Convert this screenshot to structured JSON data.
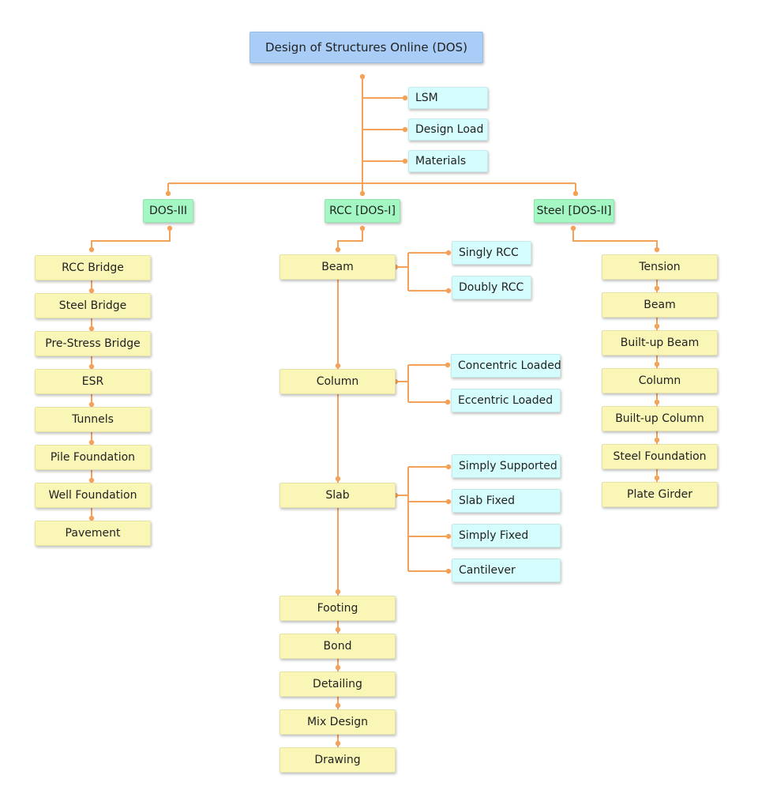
{
  "root": "Design of Structures Online (DOS)",
  "common": [
    "LSM",
    "Design Load",
    "Materials"
  ],
  "branches": {
    "dos3": {
      "label": "DOS-III",
      "items": [
        "RCC Bridge",
        "Steel Bridge",
        "Pre-Stress Bridge",
        "ESR",
        "Tunnels",
        "Pile Foundation",
        "Well Foundation",
        "Pavement"
      ]
    },
    "rcc": {
      "label": "RCC [DOS-I]",
      "beam": {
        "label": "Beam",
        "subs": [
          "Singly RCC",
          "Doubly RCC"
        ]
      },
      "column": {
        "label": "Column",
        "subs": [
          "Concentric Loaded",
          "Eccentric Loaded"
        ]
      },
      "slab": {
        "label": "Slab",
        "subs": [
          "Simply Supported",
          "Slab Fixed",
          "Simply Fixed",
          "Cantilever"
        ]
      },
      "items": [
        "Footing",
        "Bond",
        "Detailing",
        "Mix Design",
        "Drawing"
      ]
    },
    "steel": {
      "label": "Steel [DOS-II]",
      "items": [
        "Tension",
        "Beam",
        "Built-up Beam",
        "Column",
        "Built-up Column",
        "Steel Foundation",
        "Plate Girder"
      ]
    }
  },
  "colors": {
    "line": "#f4a259",
    "yellow_box": "#f9f6b6",
    "cyan_box": "#d6fdfd",
    "green_box": "#a3f7c2",
    "blue_box": "#a9cdf6"
  }
}
